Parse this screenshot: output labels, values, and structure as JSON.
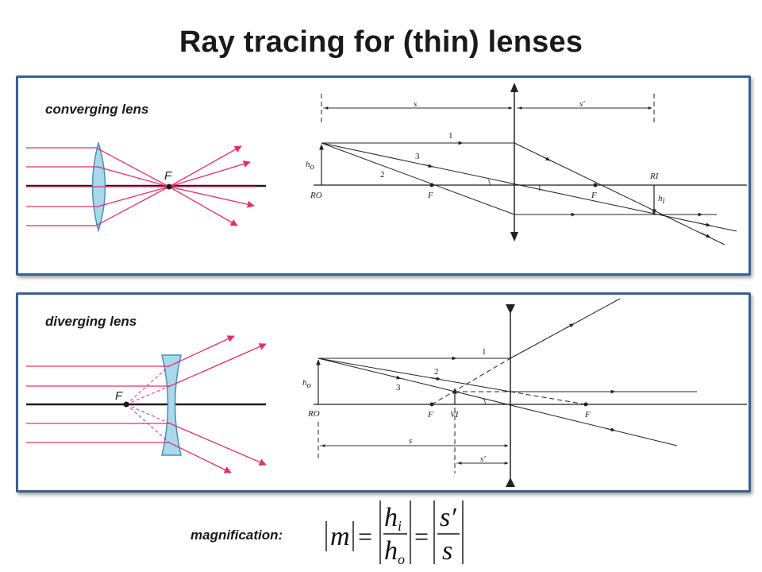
{
  "title": "Ray tracing for (thin) lenses",
  "converging": {
    "label": "converging lens",
    "sketch_focus": "F",
    "labels": {
      "s": "s",
      "s_prime": "s′",
      "ho": "h",
      "ho_sub": "o",
      "hi": "h",
      "hi_sub": "i",
      "ro": "RO",
      "ri": "RI",
      "f_left": "F",
      "f_right": "F",
      "ray1": "1",
      "ray2": "2",
      "ray3": "3"
    }
  },
  "diverging": {
    "label": "diverging lens",
    "sketch_focus": "F",
    "labels": {
      "s": "s",
      "s_prime": "s′",
      "ho": "h",
      "ho_sub": "o",
      "ro": "RO",
      "vi": "VI",
      "f_left": "F",
      "f_right": "F",
      "ray1": "1",
      "ray2": "2",
      "ray3": "3"
    }
  },
  "magnification": {
    "label": "magnification:",
    "m": "m",
    "h": "h",
    "h_i_sub": "i",
    "h_o_sub": "o",
    "s_prime": "s′",
    "s": "s",
    "eq": "="
  },
  "colors": {
    "panel_border": "#3c5f8e",
    "ray_pink": "#e0306a",
    "lens_fill": "#a8d8ec",
    "lens_stroke": "#4a8fb8",
    "axis": "#1a1a1a"
  },
  "icons": [
    "arrowhead-marker"
  ]
}
